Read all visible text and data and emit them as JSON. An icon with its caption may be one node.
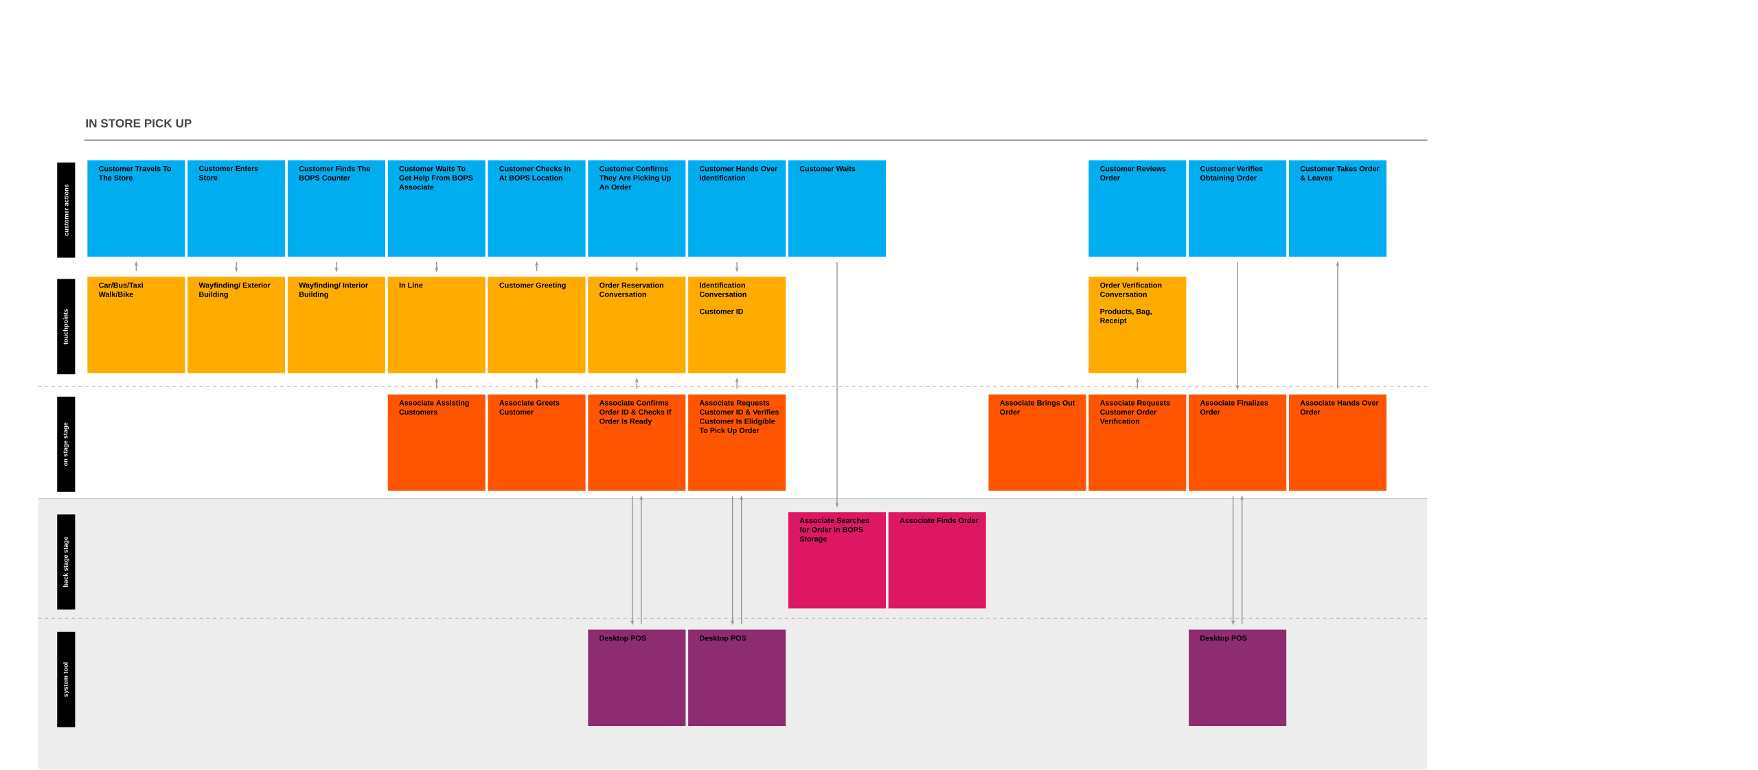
{
  "diagram": {
    "title": "IN STORE PICK UP",
    "nodes": [
      {
        "text": [
          "customer actions"
        ]
      },
      {
        "text": [
          "Customer Travels To The Store"
        ]
      },
      {
        "text": [
          "Customer Enters Store"
        ]
      },
      {
        "text": [
          "Customer Finds The BOPS Counter"
        ]
      },
      {
        "text": [
          "Customer Waits To Get Help From BOPS Associate"
        ]
      },
      {
        "text": [
          "Customer Checks In At BOPS Location"
        ]
      },
      {
        "text": [
          "Customer Confirms They Are Picking Up An Order"
        ]
      },
      {
        "text": [
          "Customer Hands Over Identification"
        ]
      },
      {
        "text": [
          "Customer Waits"
        ]
      },
      {
        "text": [
          "Customer Reviews Order"
        ]
      },
      {
        "text": [
          "Customer Verifies Obtaining Order"
        ]
      },
      {
        "text": [
          "Customer Takes Order & Leaves"
        ]
      },
      {
        "text": [
          "touchpoints"
        ]
      },
      {
        "text": [
          "Car/Bus/Taxi Walk/Bike"
        ]
      },
      {
        "text": [
          "Wayfinding/ Exterior Building"
        ]
      },
      {
        "text": [
          "Wayfinding/ Interior Building"
        ]
      },
      {
        "text": [
          "In Line"
        ]
      },
      {
        "text": [
          "Customer Greeting"
        ]
      },
      {
        "text": [
          "Order Reservation Conversation"
        ]
      },
      {
        "text": [
          "Identification Conversation",
          "Customer ID"
        ]
      },
      {
        "text": [
          "Order Verification Conversation",
          "Products, Bag, Receipt"
        ]
      },
      {
        "text": [
          "on stage stage"
        ]
      },
      {
        "text": [
          "Associate Assisting Customers"
        ]
      },
      {
        "text": [
          "Associate Greets Customer"
        ]
      },
      {
        "text": [
          "Associate Confirms Order ID & Checks If Order Is Ready"
        ]
      },
      {
        "text": [
          "Associate Requests Customer ID & Verifies Customer Is Elidgible To Pick Up Order"
        ]
      },
      {
        "text": [
          "Associate Brings Out Order"
        ]
      },
      {
        "text": [
          "Associate Requests Customer Order Verification"
        ]
      },
      {
        "text": [
          "Associate Finalizes Order"
        ]
      },
      {
        "text": [
          "Associate Hands Over Order"
        ]
      },
      {
        "text": [
          "back stage stage"
        ]
      },
      {
        "text": [
          "Associate Searches for Order In BOPS Storage"
        ]
      },
      {
        "text": [
          "Associate Finds Order"
        ]
      },
      {
        "text": [
          "system tool"
        ]
      },
      {
        "text": [
          "Desktop POS"
        ]
      },
      {
        "text": [
          "Desktop POS"
        ]
      },
      {
        "text": [
          "Desktop POS"
        ]
      }
    ],
    "edges": [
      {
        "from": 13,
        "to": 1,
        "arrow": "to"
      },
      {
        "from": 2,
        "to": 14,
        "arrow": "to"
      },
      {
        "from": 3,
        "to": 15,
        "arrow": "to"
      },
      {
        "from": 4,
        "to": 16,
        "arrow": "to"
      },
      {
        "from": 17,
        "to": 5,
        "arrow": "to"
      },
      {
        "from": 6,
        "to": 18,
        "arrow": "to"
      },
      {
        "from": 7,
        "to": 19,
        "arrow": "to"
      },
      {
        "from": 8,
        "to": 31,
        "arrow": "to"
      },
      {
        "from": 9,
        "to": 20,
        "arrow": "to"
      },
      {
        "from": 10,
        "to": 28,
        "arrow": "to"
      },
      {
        "from": 29,
        "to": 11,
        "arrow": "to"
      },
      {
        "from": 22,
        "to": 16,
        "arrow": "to"
      },
      {
        "from": 23,
        "to": 17,
        "arrow": "to"
      },
      {
        "from": 24,
        "to": 18,
        "arrow": "to"
      },
      {
        "from": 25,
        "to": 19,
        "arrow": "to"
      },
      {
        "from": 27,
        "to": 20,
        "arrow": "to"
      },
      {
        "from": 24,
        "to": 34,
        "arrow": "to"
      },
      {
        "from": 34,
        "to": 24,
        "arrow": "to"
      },
      {
        "from": 25,
        "to": 35,
        "arrow": "to"
      },
      {
        "from": 35,
        "to": 25,
        "arrow": "to"
      },
      {
        "from": 28,
        "to": 36,
        "arrow": "to"
      },
      {
        "from": 36,
        "to": 28,
        "arrow": "to"
      }
    ]
  }
}
